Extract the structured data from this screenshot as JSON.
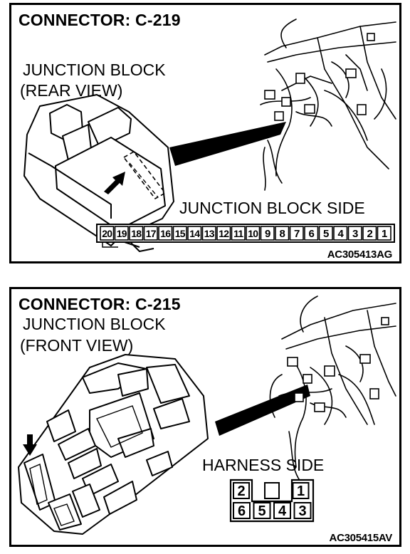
{
  "panels": [
    {
      "connector_title": "CONNECTOR: C-219",
      "location_line1": "JUNCTION BLOCK",
      "location_line2": "(REAR VIEW)",
      "side_label": "JUNCTION BLOCK SIDE",
      "pins": [
        "20",
        "19",
        "18",
        "17",
        "16",
        "15",
        "14",
        "13",
        "12",
        "11",
        "10",
        "9",
        "8",
        "7",
        "6",
        "5",
        "4",
        "3",
        "2",
        "1"
      ],
      "figure_code": "AC305413AG"
    },
    {
      "connector_title": "CONNECTOR: C-215",
      "location_line1": "JUNCTION BLOCK",
      "location_line2": "(FRONT VIEW)",
      "side_label": "HARNESS SIDE",
      "pins_top": [
        "2",
        "",
        "1"
      ],
      "pins_bottom": [
        "6",
        "5",
        "4",
        "3"
      ],
      "figure_code": "AC305415AV"
    }
  ]
}
